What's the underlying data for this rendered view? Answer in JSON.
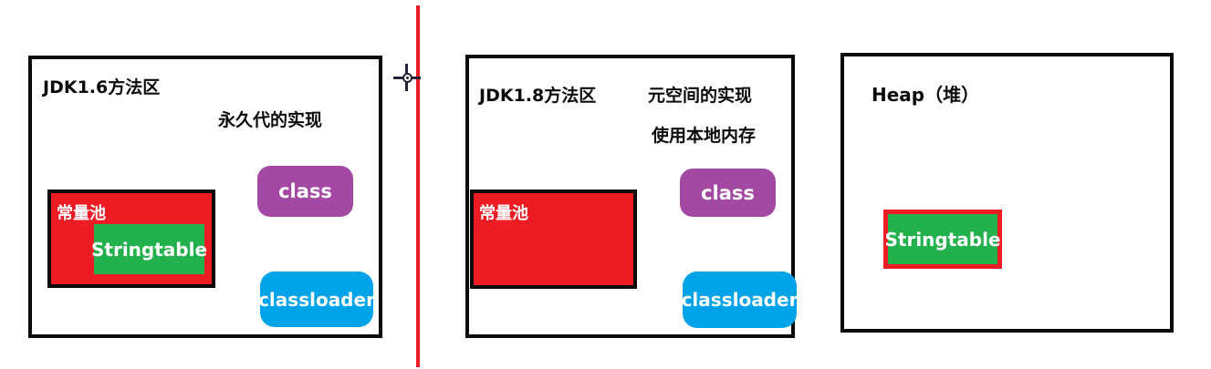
{
  "colors": {
    "box_red": "#ed1c24",
    "box_green": "#22b14c",
    "box_purple": "#a349a4",
    "box_blue": "#00a2e8",
    "outline_black": "#0a0a0a",
    "divider_red": "#ed1c24",
    "crosshair_dark": "#262338"
  },
  "panels": {
    "jdk16": {
      "title": "JDK1.6方法区",
      "note": "永久代的实现",
      "constant_pool_label": "常量池",
      "stringtable_label": "Stringtable",
      "class_label": "class",
      "classloader_label": "classloader"
    },
    "jdk18": {
      "title": "JDK1.8方法区",
      "note_line1": "元空间的实现",
      "note_line2": "使用本地内存",
      "constant_pool_label": "常量池",
      "class_label": "class",
      "classloader_label": "classloader"
    },
    "heap": {
      "title": "Heap（堆）",
      "stringtable_label": "Stringtable"
    }
  }
}
